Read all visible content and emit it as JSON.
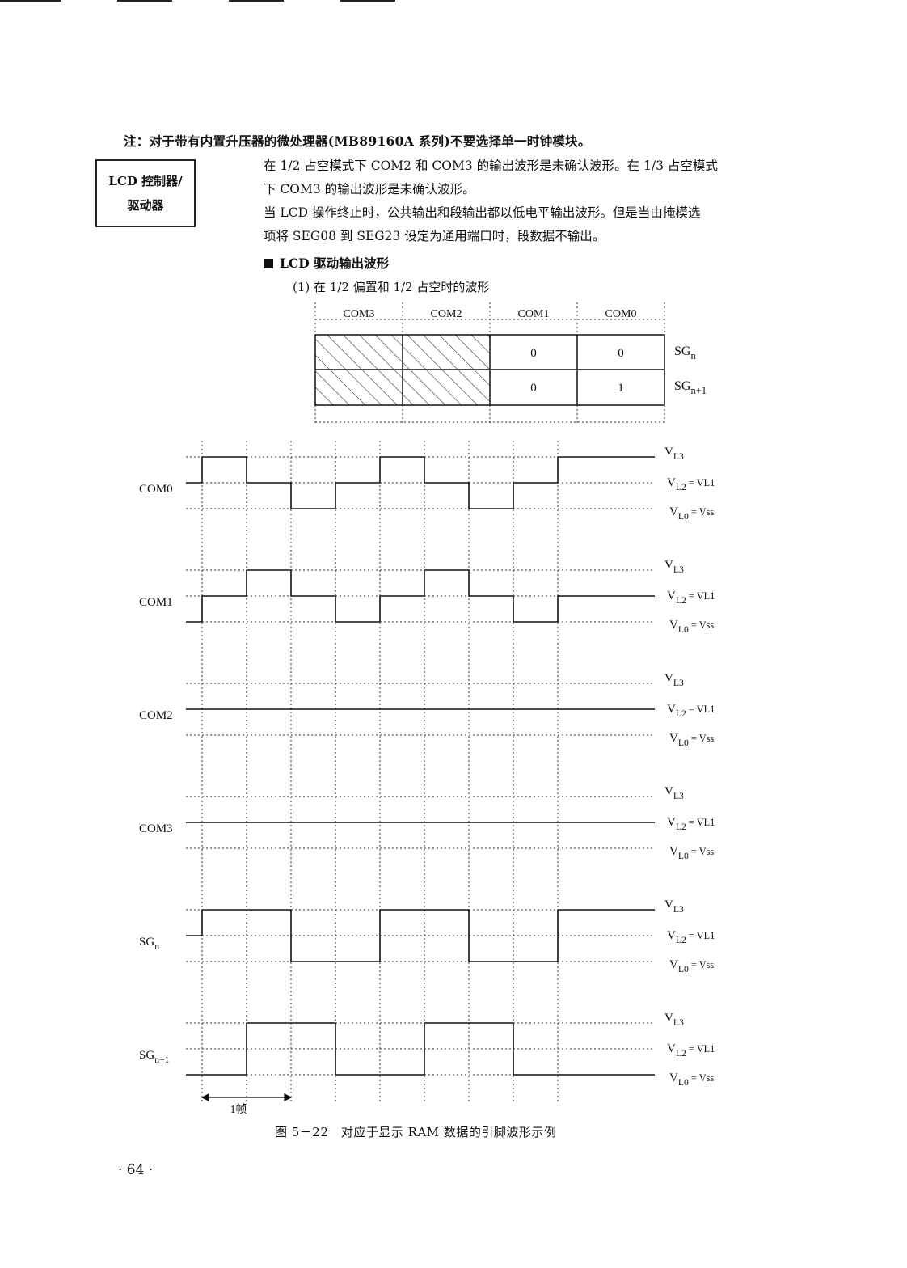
{
  "note": "注：对于带有内置升压器的微处理器(MB89160A 系列)不要选择单一时钟模块。",
  "side_box": {
    "line1": "LCD 控制器/",
    "line2": "驱动器"
  },
  "paragraphs": [
    "在 1/2 占空模式下 COM2 和 COM3 的输出波形是未确认波形。在 1/3 占空模式",
    "下 COM3 的输出波形是未确认波形。",
    "当 LCD 操作终止时，公共输出和段输出都以低电平输出波形。但是当由掩模选",
    "项将 SEG08 到 SEG23 设定为通用端口时，段数据不输出。"
  ],
  "section_heading": "LCD 驱动输出波形",
  "subheading": "(1) 在 1/2 偏置和 1/2 占空时的波形",
  "ram_table": {
    "columns": [
      "COM3",
      "COM2",
      "COM1",
      "COM0"
    ],
    "rows": [
      {
        "label_main": "SG",
        "label_sub": "n",
        "cells": [
          "",
          "",
          "0",
          "0"
        ]
      },
      {
        "label_main": "SG",
        "label_sub": "n+1",
        "cells": [
          "",
          "",
          "0",
          "1"
        ]
      }
    ]
  },
  "waveforms": [
    {
      "name": "COM0",
      "sub": ""
    },
    {
      "name": "COM1",
      "sub": ""
    },
    {
      "name": "COM2",
      "sub": ""
    },
    {
      "name": "COM3",
      "sub": ""
    },
    {
      "name": "SG",
      "sub": "n"
    },
    {
      "name": "SG",
      "sub": "n+1"
    }
  ],
  "levels": {
    "vl3_main": "V",
    "vl3_sub": "L3",
    "vl2_main": "V",
    "vl2_sub": "L2",
    "vl2_eq": "= VL1",
    "vl0_main": "V",
    "vl0_sub": "L0",
    "vl0_eq": "= Vss"
  },
  "frame_label": "1帧",
  "caption": "图 5－22　对应于显示 RAM 数据的引脚波形示例",
  "page_number": "· 64 ·"
}
